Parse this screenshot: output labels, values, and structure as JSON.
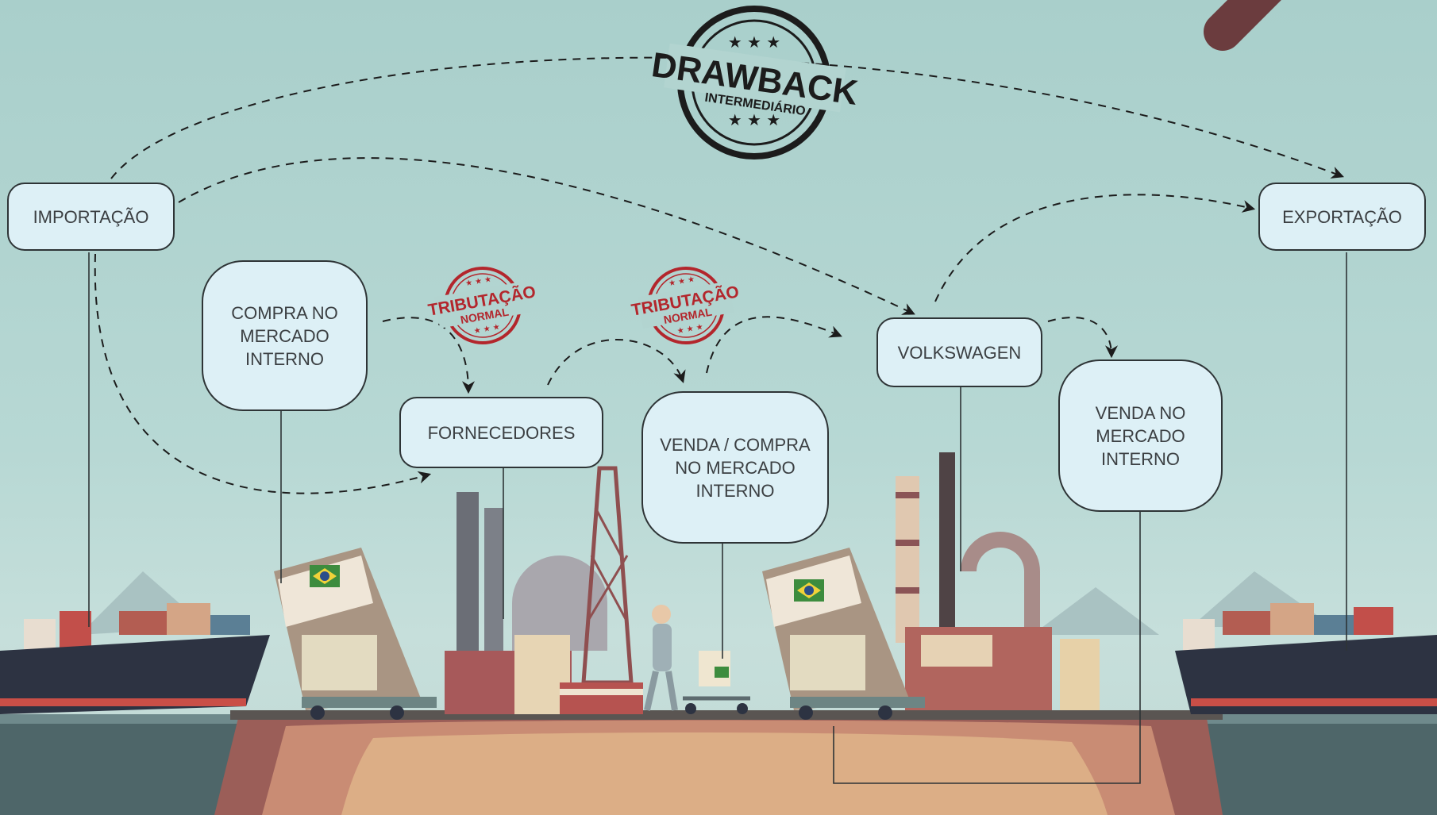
{
  "diagram": {
    "stamp": {
      "title": "DRAWBACK",
      "subtitle": "INTERMEDIÁRIO"
    },
    "tax_stamps": [
      {
        "line1": "TRIBUTAÇÃO",
        "line2": "NORMAL"
      },
      {
        "line1": "TRIBUTAÇÃO",
        "line2": "NORMAL"
      }
    ],
    "nodes": {
      "importacao": "IMPORTAÇÃO",
      "exportacao": "EXPORTAÇÃO",
      "compra_mercado": "COMPRA NO MERCADO INTERNO",
      "fornecedores": "FORNECEDORES",
      "venda_compra": "VENDA / COMPRA NO MERCADO INTERNO",
      "volkswagen": "VOLKSWAGEN",
      "venda_mercado": "VENDA NO MERCADO INTERNO"
    },
    "colors": {
      "node_fill": "#ddf0f6",
      "stamp_black": "#1c1c1c",
      "stamp_red": "#b3262c",
      "sky": "#b2d4d0"
    }
  }
}
